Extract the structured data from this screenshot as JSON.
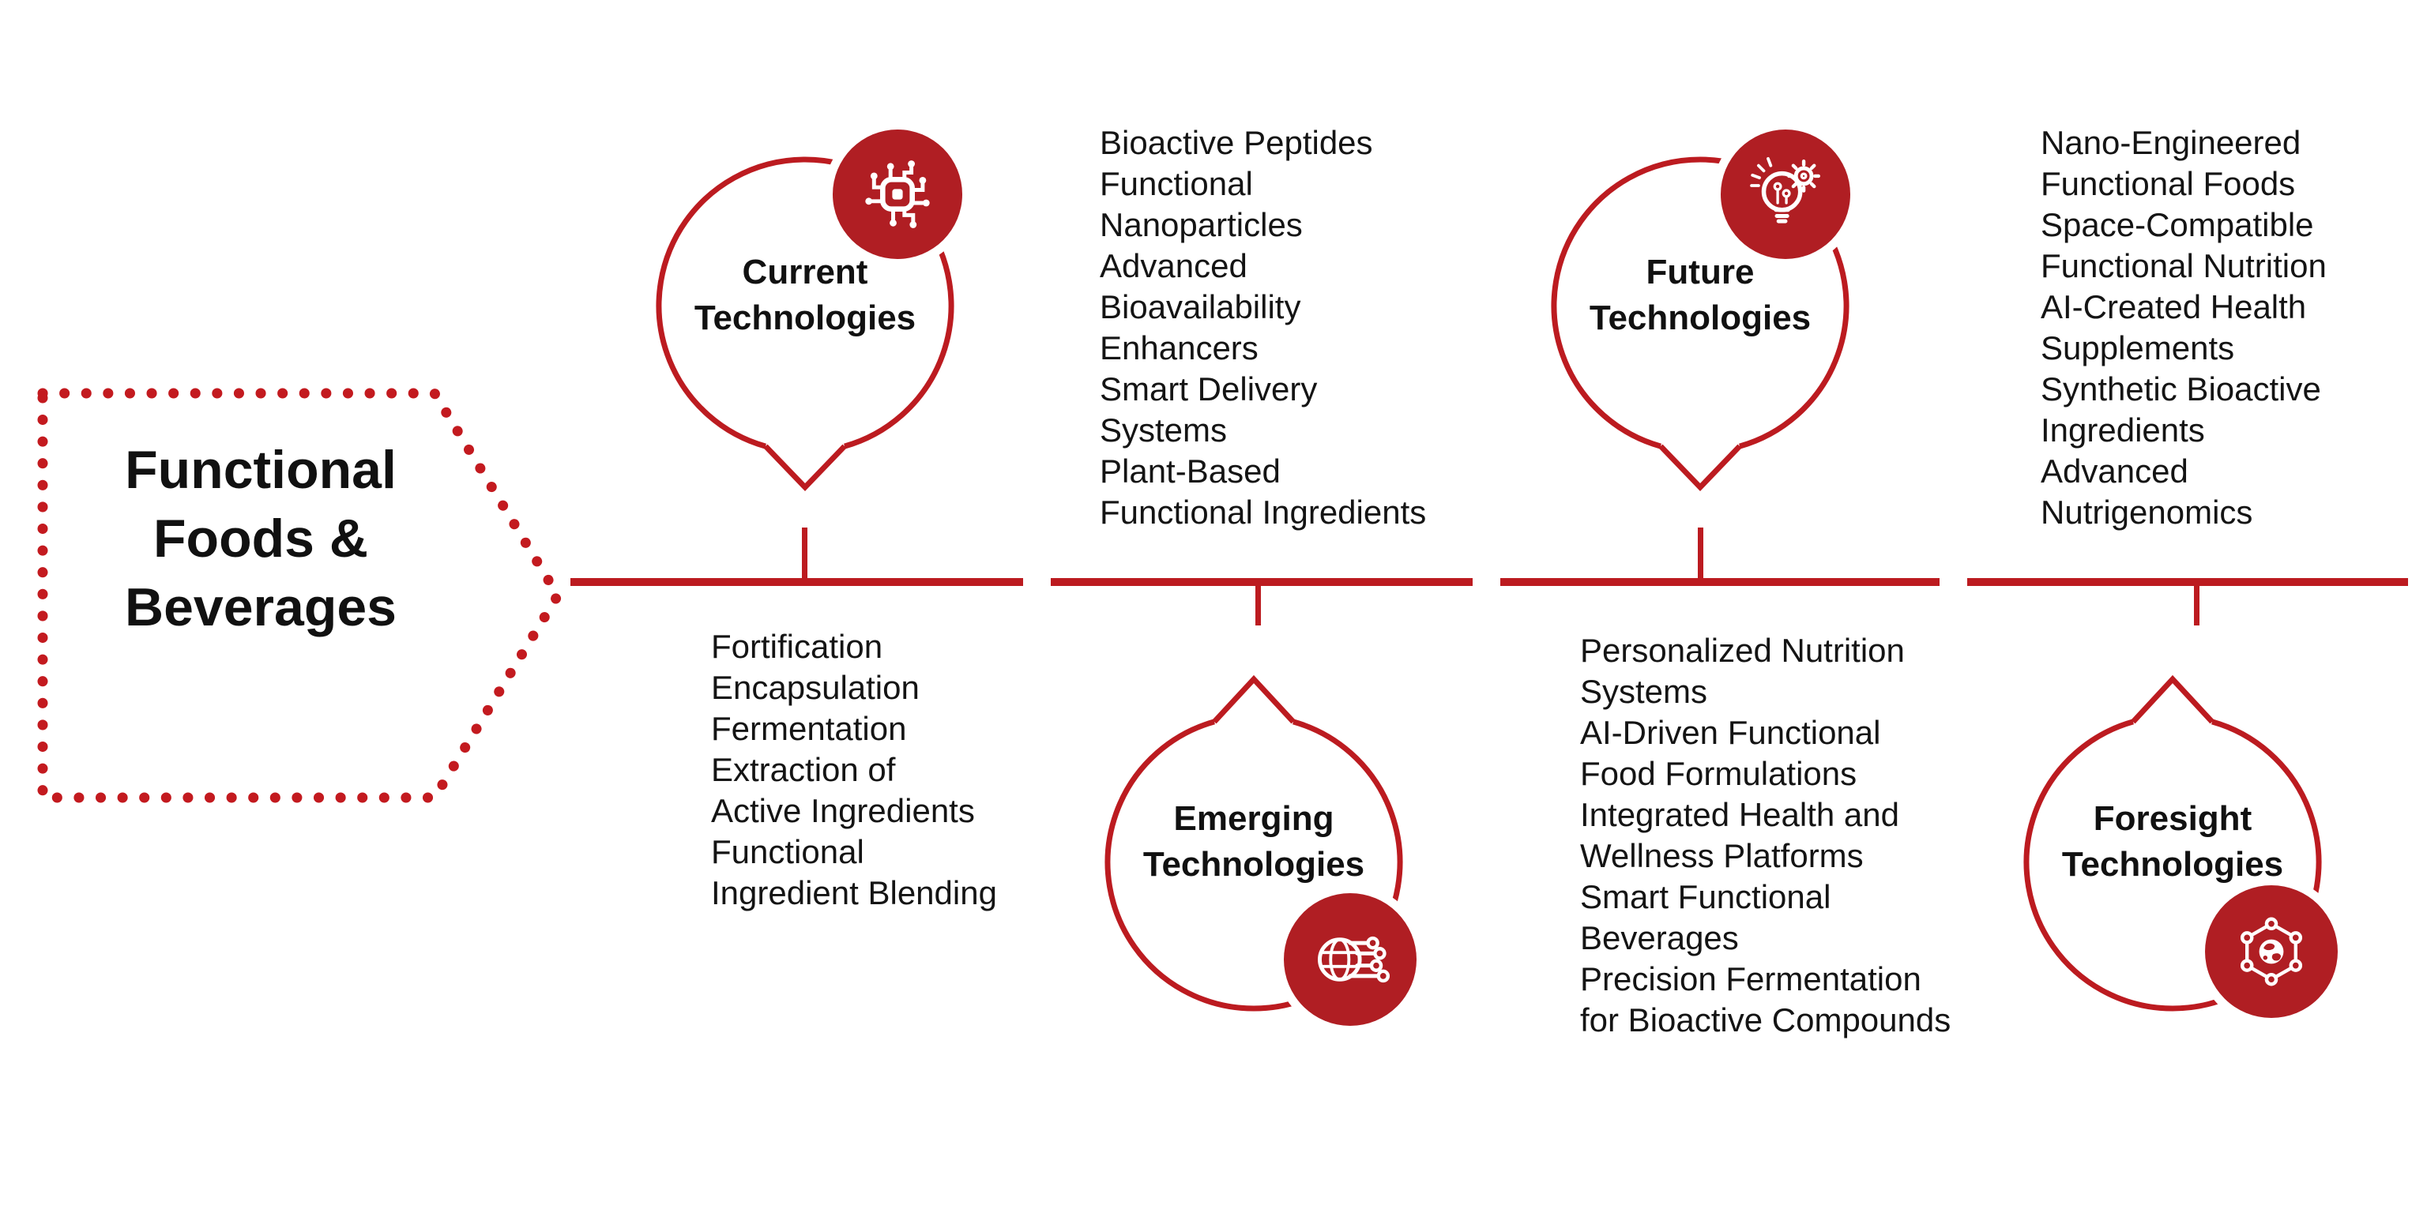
{
  "title": {
    "lines": [
      "Functional",
      "Foods &",
      "Beverages"
    ]
  },
  "colors": {
    "accent_stroke": "#BC1B20",
    "accent_fill": "#B01E23",
    "dot_red": "#C31A1F",
    "text": "#111111",
    "background": "#FFFFFF"
  },
  "timeline": {
    "segment_count": 4,
    "tick_count": 4
  },
  "nodes": [
    {
      "id": "current",
      "label_lines": [
        "Current",
        "Technologies"
      ],
      "icon": "circuit-chip-icon",
      "bubble_position": "above-timeline",
      "items": [
        "Fortification",
        "Encapsulation",
        "Fermentation",
        "Extraction of",
        "Active Ingredients",
        "Functional",
        "Ingredient Blending"
      ]
    },
    {
      "id": "emerging",
      "label_lines": [
        "Emerging",
        "Technologies"
      ],
      "icon": "globe-network-icon",
      "bubble_position": "below-timeline",
      "items": [
        "Bioactive Peptides",
        "Functional",
        "Nanoparticles",
        "Advanced",
        "Bioavailability",
        "Enhancers",
        "Smart Delivery",
        "Systems",
        "Plant-Based",
        "Functional Ingredients"
      ]
    },
    {
      "id": "future",
      "label_lines": [
        "Future",
        "Technologies"
      ],
      "icon": "bulb-gear-icon",
      "bubble_position": "above-timeline",
      "items": [
        "Personalized Nutrition",
        "Systems",
        "AI-Driven Functional",
        "Food Formulations",
        "Integrated Health and",
        "Wellness Platforms",
        "Smart Functional",
        "Beverages",
        "Precision Fermentation",
        "for Bioactive Compounds"
      ]
    },
    {
      "id": "foresight",
      "label_lines": [
        "Foresight",
        "Technologies"
      ],
      "icon": "hex-globe-icon",
      "bubble_position": "below-timeline",
      "items": [
        "Nano-Engineered",
        "Functional Foods",
        "Space-Compatible",
        "Functional Nutrition",
        "AI-Created Health",
        "Supplements",
        "Synthetic Bioactive",
        "Ingredients",
        "Advanced",
        "Nutrigenomics"
      ]
    }
  ]
}
